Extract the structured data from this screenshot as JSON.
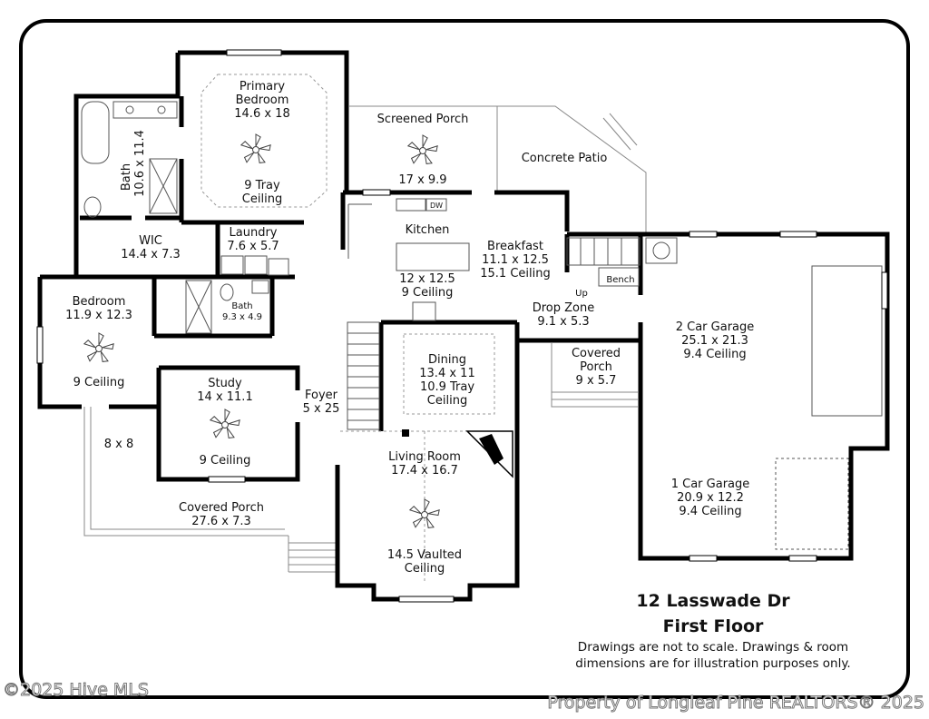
{
  "title": {
    "address": "12 Lasswade Dr",
    "floor": "First Floor",
    "note_line1": "Drawings are not to scale. Drawings & room",
    "note_line2": "dimensions are for illustration purposes only."
  },
  "watermarks": {
    "left": "©2025 Hive MLS",
    "right": "Property of Longleaf Pine REALTORS® 2025"
  },
  "rooms": {
    "primary_bedroom": {
      "name1": "Primary",
      "name2": "Bedroom",
      "dims": "14.6 x 18",
      "ceiling1": "9 Tray",
      "ceiling2": "Ceiling"
    },
    "bath_primary": {
      "name": "Bath",
      "dims": "10.6 x 11.4"
    },
    "wic": {
      "name": "WIC",
      "dims": "14.4 x 7.3"
    },
    "laundry": {
      "name": "Laundry",
      "dims": "7.6 x 5.7"
    },
    "bedroom": {
      "name": "Bedroom",
      "dims": "11.9 x 12.3",
      "ceiling": "9 Ceiling"
    },
    "bath2": {
      "name": "Bath",
      "dims": "9.3 x 4.9"
    },
    "study": {
      "name": "Study",
      "dims": "14 x 11.1",
      "ceiling": "9 Ceiling"
    },
    "foyer": {
      "name": "Foyer",
      "dims": "5 x 25"
    },
    "screened_porch": {
      "name": "Screened Porch",
      "dims": "17 x 9.9"
    },
    "concrete_patio": {
      "name": "Concrete Patio"
    },
    "kitchen": {
      "name": "Kitchen",
      "dims": "12 x 12.5",
      "ceiling": "9 Ceiling",
      "dw": "DW"
    },
    "breakfast": {
      "name": "Breakfast",
      "dims": "11.1 x 12.5",
      "ceiling": "15.1 Ceiling"
    },
    "drop_zone": {
      "name": "Drop Zone",
      "dims": "9.1 x 5.3",
      "up": "Up",
      "bench": "Bench"
    },
    "covered_porch_small": {
      "name1": "Covered",
      "name2": "Porch",
      "dims": "9 x 5.7"
    },
    "dining": {
      "name": "Dining",
      "dims": "13.4 x 11",
      "ceiling1": "10.9 Tray",
      "ceiling2": "Ceiling"
    },
    "living_room": {
      "name": "Living Room",
      "dims": "17.4 x 16.7",
      "ceiling1": "14.5 Vaulted",
      "ceiling2": "Ceiling"
    },
    "garage2": {
      "name": "2 Car Garage",
      "dims": "25.1 x 21.3",
      "ceiling": "9.4 Ceiling"
    },
    "garage1": {
      "name": "1 Car Garage",
      "dims": "20.9 x 12.2",
      "ceiling": "9.4 Ceiling"
    },
    "deck": {
      "dims": "8 x 8"
    },
    "covered_porch_large": {
      "name": "Covered Porch",
      "dims": "27.6 x 7.3"
    }
  }
}
